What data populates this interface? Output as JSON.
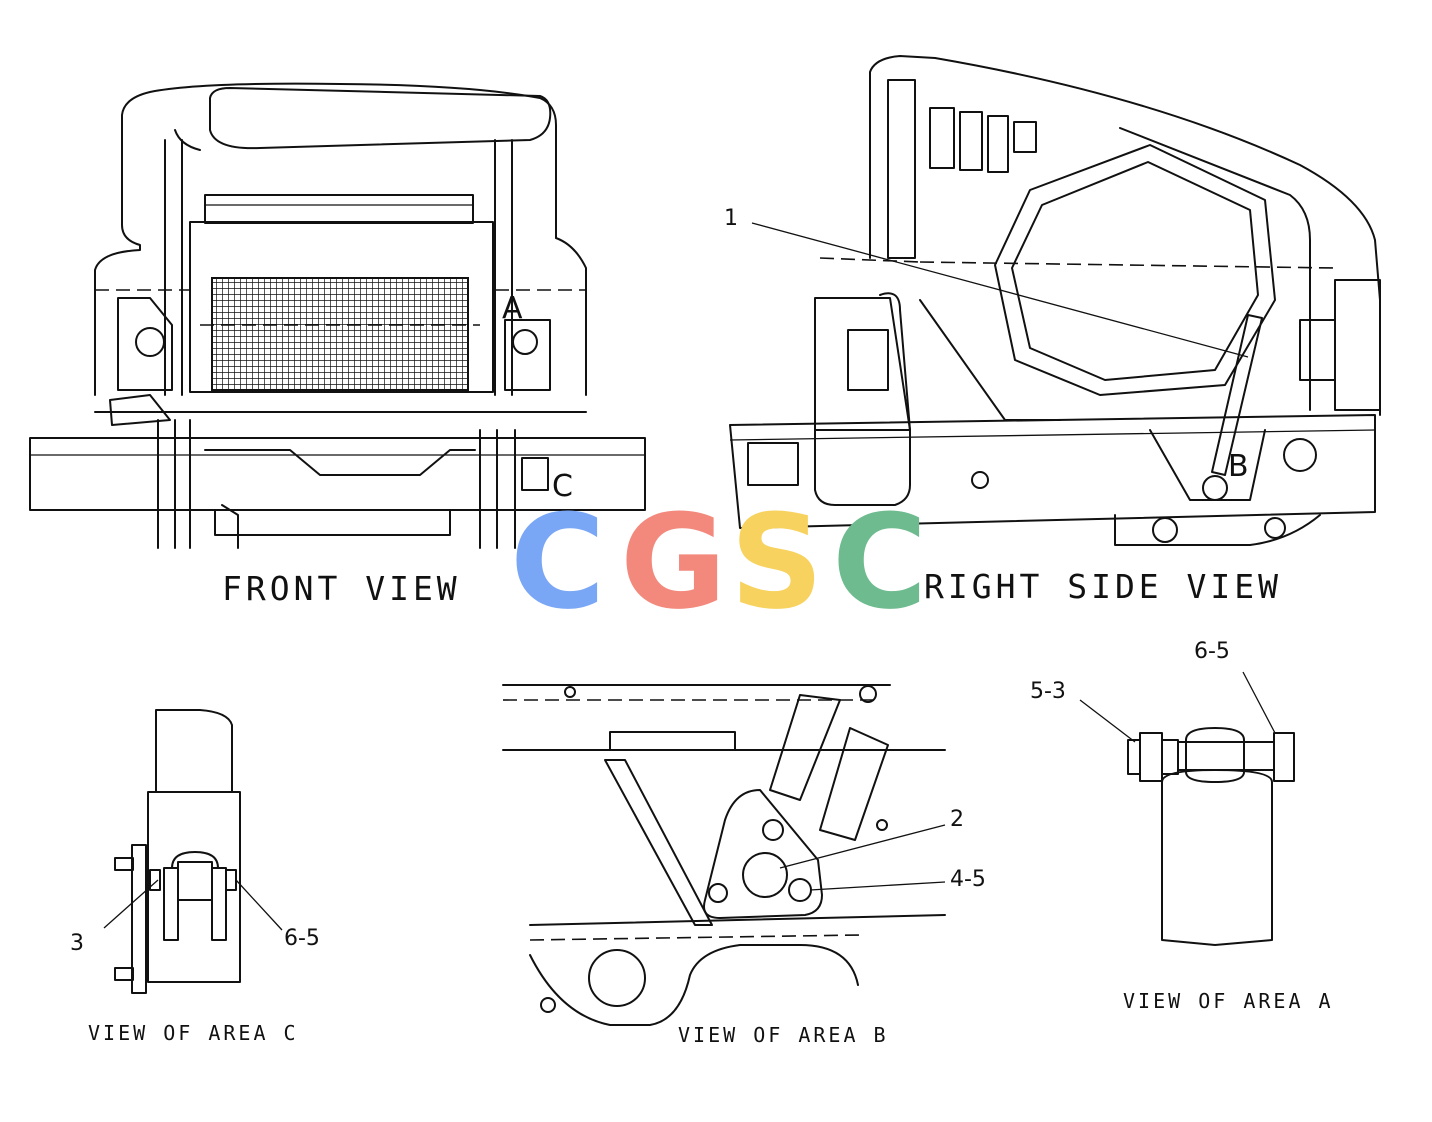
{
  "views": {
    "front": {
      "title": "FRONT VIEW",
      "marker_a": "A",
      "marker_c": "C"
    },
    "right_side": {
      "title": "RIGHT SIDE VIEW",
      "marker_b": "B",
      "callout_1": "1"
    },
    "area_c": {
      "title": "VIEW OF AREA C",
      "callout_3": "3",
      "callout_6_5": "6-5"
    },
    "area_b": {
      "title": "VIEW OF AREA B",
      "callout_2": "2",
      "callout_4_5": "4-5"
    },
    "area_a": {
      "title": "VIEW OF AREA A",
      "callout_5_3": "5-3",
      "callout_6_5": "6-5"
    }
  },
  "watermark": {
    "letters": [
      {
        "char": "C",
        "color": "#7aa7f5"
      },
      {
        "char": "G",
        "color": "#f2897c"
      },
      {
        "char": "S",
        "color": "#f7d25e"
      },
      {
        "char": "C",
        "color": "#6dbb8e"
      }
    ]
  }
}
